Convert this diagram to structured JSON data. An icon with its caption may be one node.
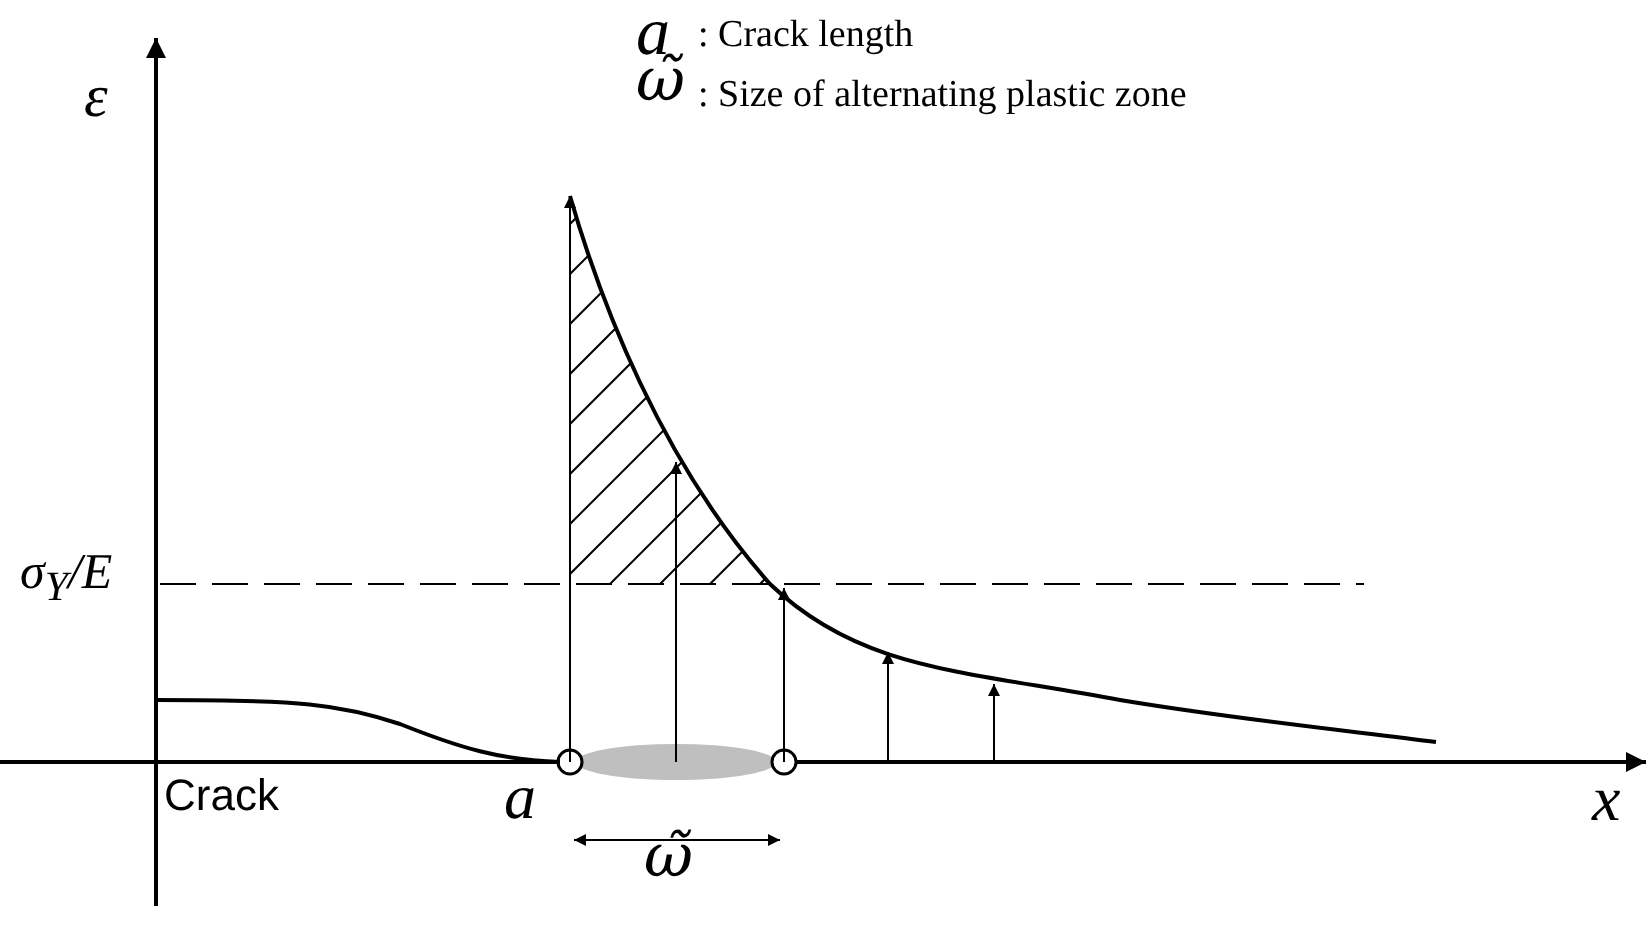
{
  "diagram": {
    "labels": [
      "a",
      ": Crack length",
      "ε",
      "ω̃",
      ": Size of alternating plastic zone",
      "σ$_{Y}$/E",
      "Crack",
      "a",
      "x",
      "ω̃"
    ]
  }
}
